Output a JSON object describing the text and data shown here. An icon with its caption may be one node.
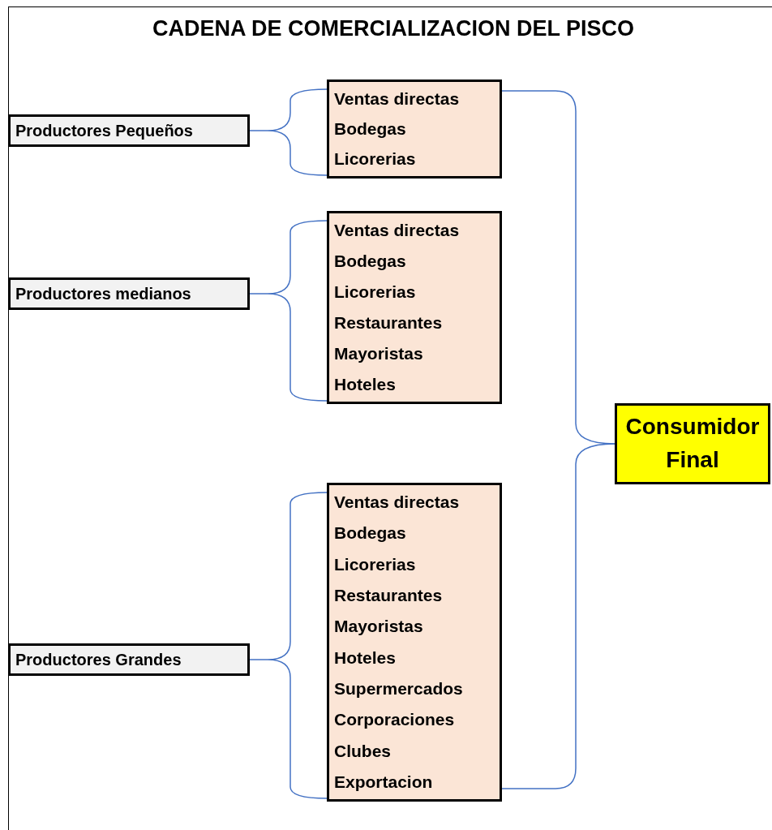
{
  "diagram": {
    "title": "CADENA DE COMERCIALIZACION DEL PISCO",
    "nodes": [
      {
        "text": [
          "Productores Pequeños"
        ]
      },
      {
        "text": [
          "Ventas directas",
          "Bodegas",
          "Licorerias"
        ]
      },
      {
        "text": [
          "Productores medianos"
        ]
      },
      {
        "text": [
          "Ventas directas",
          "Bodegas",
          "Licorerias",
          "Restaurantes",
          "Mayoristas",
          "Hoteles"
        ]
      },
      {
        "text": [
          "Productores Grandes"
        ]
      },
      {
        "text": [
          "Ventas directas",
          "Bodegas",
          "Licorerias",
          "Restaurantes",
          "Mayoristas",
          "Hoteles",
          "Supermercados",
          "Corporaciones",
          "Clubes",
          "Exportacion"
        ]
      },
      {
        "text": [
          "Consumidor Final"
        ]
      }
    ],
    "edges": [
      {
        "from": 0,
        "to": 1,
        "arrow": "none"
      },
      {
        "from": 2,
        "to": 3,
        "arrow": "none"
      },
      {
        "from": 4,
        "to": 5,
        "arrow": "none"
      },
      {
        "from": 1,
        "to": 6,
        "arrow": "none"
      },
      {
        "from": 5,
        "to": 6,
        "arrow": "none"
      }
    ]
  }
}
